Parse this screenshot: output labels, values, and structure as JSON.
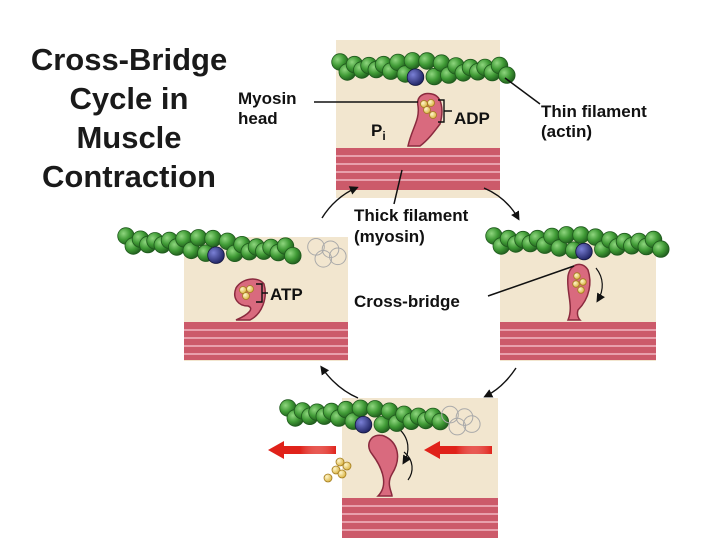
{
  "title": {
    "line1": "Cross-Bridge",
    "line2": "Cycle in",
    "line3": "Muscle",
    "line4": "Contraction"
  },
  "labels": {
    "myosin_head_1": "Myosin",
    "myosin_head_2": "head",
    "adp": "ADP",
    "pi_main": "P",
    "pi_sub": "i",
    "thin_filament_1": "Thin filament",
    "thin_filament_2": "(actin)",
    "thick_filament_1": "Thick filament",
    "thick_filament_2": "(myosin)",
    "atp": "ATP",
    "cross_bridge": "Cross-bridge"
  },
  "colors": {
    "panel_bg": "#f2e6cf",
    "actin_bead": "#3f9a35",
    "actin_bead_edge": "#1f5a1d",
    "binding_site": "#2b2f7a",
    "myosin": "#d96a7e",
    "myosin_edge": "#8a2a3e",
    "thick_filament": "#cc5a6a",
    "phosphate": "#f3d97a",
    "arrow_red": "#e0221a"
  }
}
